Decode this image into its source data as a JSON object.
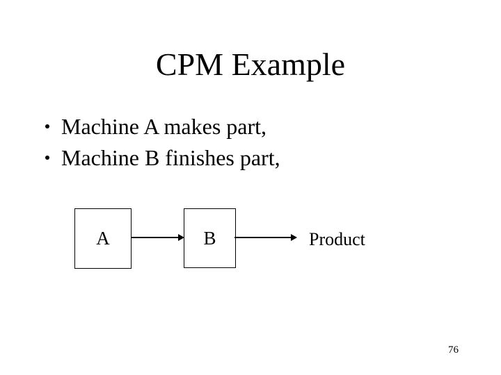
{
  "slide": {
    "title": "CPM Example",
    "bullets": [
      {
        "icon": "bullet-dot",
        "text": "Machine A makes part,"
      },
      {
        "icon": "bullet-dot",
        "text": "Machine B finishes part,"
      }
    ],
    "diagram": {
      "machine_a_label": "A",
      "machine_b_label": "B",
      "product_label": "Product",
      "flow": "A -> B -> Product"
    },
    "page_number": "76",
    "colors": {
      "background": "#ffffff",
      "text": "#000000",
      "line": "#000000"
    }
  }
}
